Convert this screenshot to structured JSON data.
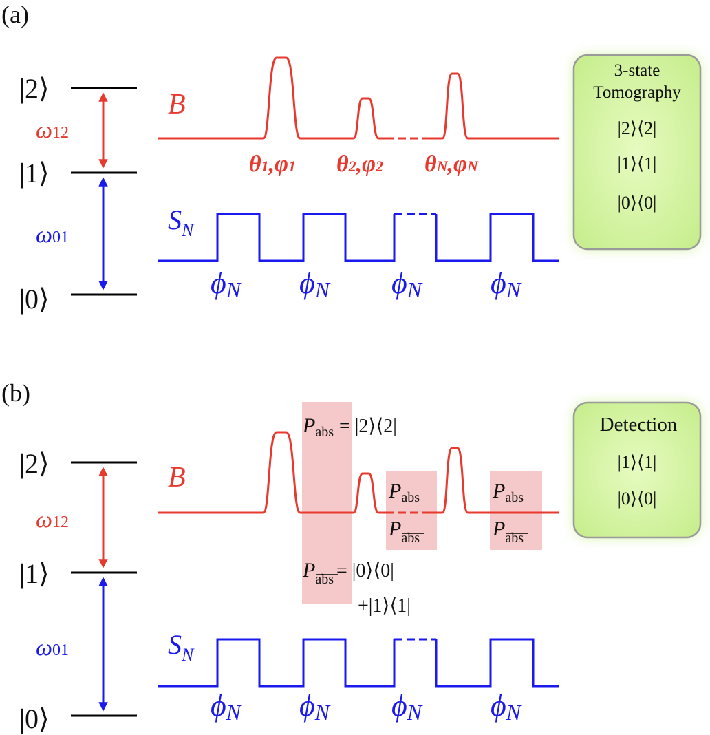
{
  "panel_a": {
    "label": "(a)",
    "levels": {
      "l2": "|2⟩",
      "l1": "|1⟩",
      "l0": "|0⟩"
    },
    "omega12": {
      "sym": "ω",
      "sub": "12"
    },
    "omega01": {
      "sym": "ω",
      "sub": "01"
    },
    "B_label": "B",
    "S_label": {
      "sym": "S",
      "sub": "N"
    },
    "pulse_labels": [
      {
        "t": "θ",
        "ts": "1",
        "p": "φ",
        "ps": "1"
      },
      {
        "t": "θ",
        "ts": "2",
        "p": "φ",
        "ps": "2"
      },
      {
        "t": "θ",
        "ts": "N",
        "p": "φ",
        "ps": "N"
      }
    ],
    "phi_label": {
      "sym": "ϕ",
      "sub": "N"
    },
    "box": {
      "title_line1": "3-state",
      "title_line2": "Tomography",
      "items": [
        "|2⟩⟨2|",
        "|1⟩⟨1|",
        "|0⟩⟨0|"
      ]
    }
  },
  "panel_b": {
    "label": "(b)",
    "levels": {
      "l2": "|2⟩",
      "l1": "|1⟩",
      "l0": "|0⟩"
    },
    "omega12": {
      "sym": "ω",
      "sub": "12"
    },
    "omega01": {
      "sym": "ω",
      "sub": "01"
    },
    "B_label": "B",
    "S_label": {
      "sym": "S",
      "sub": "N"
    },
    "phi_label": {
      "sym": "ϕ",
      "sub": "N"
    },
    "P": "P",
    "abs": "abs",
    "eq1": "= |2⟩⟨2|",
    "eq2": "= |0⟩⟨0|",
    "eq3": "+|1⟩⟨1|",
    "box": {
      "title": "Detection",
      "items": [
        "|1⟩⟨1|",
        "|0⟩⟨0|"
      ]
    }
  },
  "colors": {
    "red": "#e8392f",
    "blue": "#1a1aee",
    "highlight": "#f5c9c9",
    "box_fill": "#d9f5a8",
    "box_border": "#999999"
  }
}
